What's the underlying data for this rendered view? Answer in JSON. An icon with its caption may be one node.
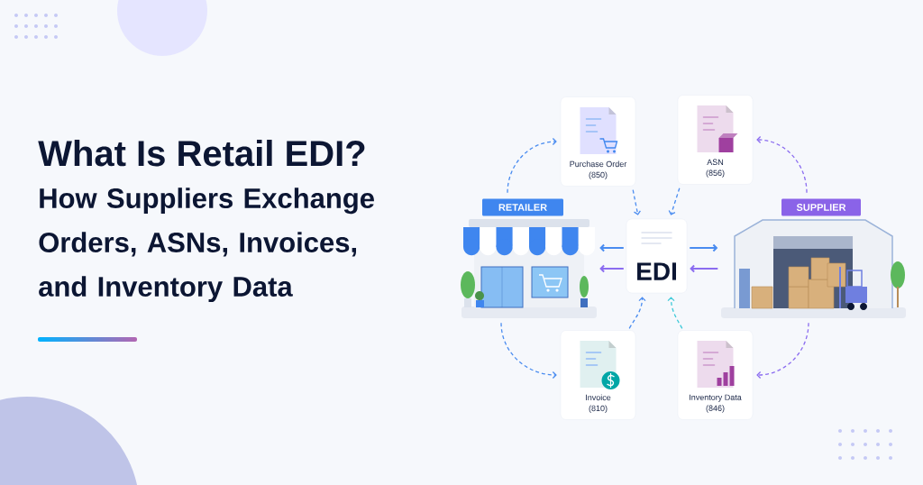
{
  "diagram": {
    "title": "What Is Retail EDI?",
    "nodes": [
      {
        "text": [
          "RETAILER"
        ]
      },
      {
        "text": [
          "Purchase Order (850)"
        ]
      },
      {
        "text": [
          "ASN (856)"
        ]
      },
      {
        "text": [
          "EDI"
        ]
      },
      {
        "text": [
          "SUPPLIER"
        ]
      },
      {
        "text": [
          "Invoice (810)"
        ]
      },
      {
        "text": [
          "Inventory Data (846)"
        ]
      }
    ],
    "edges": [
      {
        "from": 0,
        "to": 1,
        "arrow": "to",
        "style": "dashed"
      },
      {
        "from": 1,
        "to": 3,
        "arrow": "to",
        "style": "dashed"
      },
      {
        "from": 4,
        "to": 2,
        "arrow": "to",
        "style": "dashed",
        "color": "#8b6cf0"
      },
      {
        "from": 2,
        "to": 3,
        "arrow": "to",
        "style": "dashed"
      },
      {
        "from": 3,
        "to": 0,
        "arrow": "to"
      },
      {
        "from": 3,
        "to": 0,
        "arrow": "to",
        "color": "#8b6cf0"
      },
      {
        "from": 3,
        "to": 4,
        "arrow": "to"
      },
      {
        "from": 4,
        "to": 3,
        "arrow": "to",
        "color": "#8b6cf0"
      },
      {
        "from": 0,
        "to": 5,
        "arrow": "to",
        "style": "dashed"
      },
      {
        "from": 5,
        "to": 3,
        "arrow": "to",
        "style": "dashed"
      },
      {
        "from": 4,
        "to": 6,
        "arrow": "to",
        "style": "dashed",
        "color": "#8b6cf0"
      },
      {
        "from": 6,
        "to": 3,
        "arrow": "to",
        "style": "dashed",
        "color": "#3cc9d8"
      }
    ],
    "labels": [
      "How Suppliers Exchange Orders, ASNs, Invoices, and Inventory Data"
    ]
  }
}
